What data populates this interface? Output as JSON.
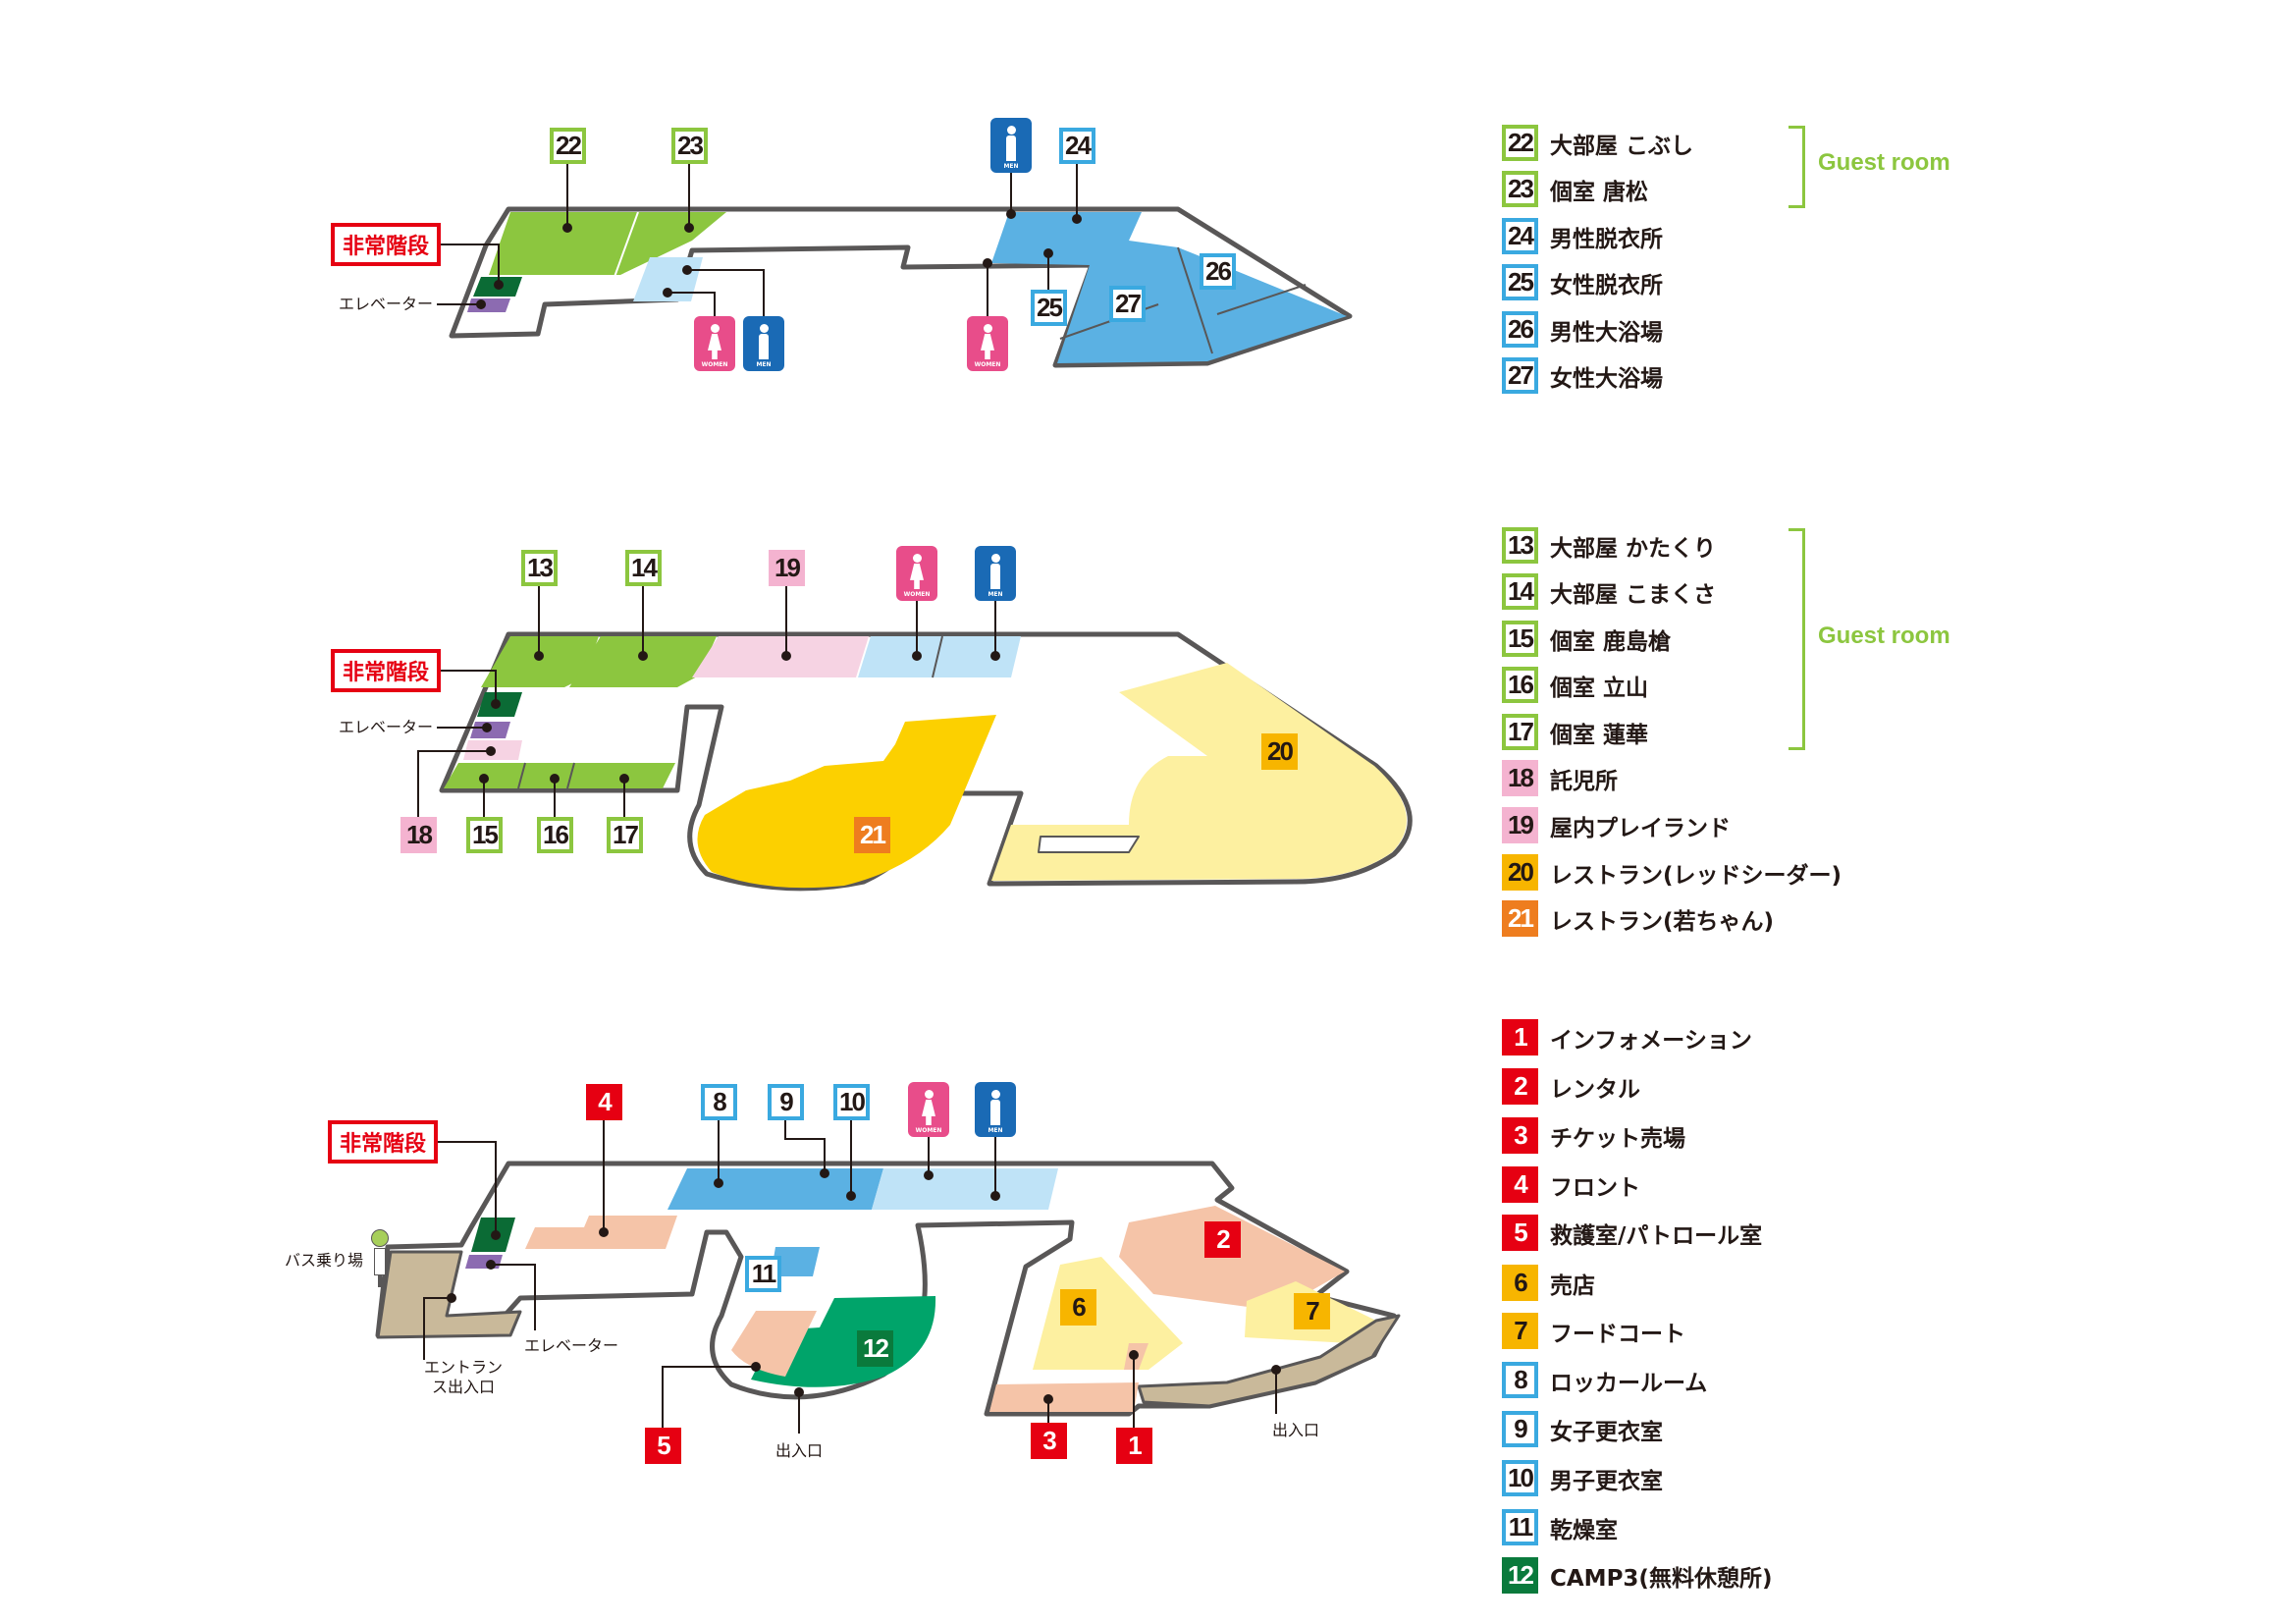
{
  "common": {
    "emergency_stairs": "非常階段",
    "elevator": "エレベーター",
    "women": "WOMEN",
    "men": "MEN",
    "exit": "出入口",
    "guest_room": "Guest room"
  },
  "floor_top": {
    "legend": [
      {
        "num": "22",
        "label": "大部屋 こぶし"
      },
      {
        "num": "23",
        "label": "個室 唐松"
      },
      {
        "num": "24",
        "label": "男性脱衣所"
      },
      {
        "num": "25",
        "label": "女性脱衣所"
      },
      {
        "num": "26",
        "label": "男性大浴場"
      },
      {
        "num": "27",
        "label": "女性大浴場"
      }
    ]
  },
  "floor_mid": {
    "legend": [
      {
        "num": "13",
        "label": "大部屋 かたくり"
      },
      {
        "num": "14",
        "label": "大部屋 こまくさ"
      },
      {
        "num": "15",
        "label": "個室 鹿島槍"
      },
      {
        "num": "16",
        "label": "個室 立山"
      },
      {
        "num": "17",
        "label": "個室 蓮華"
      },
      {
        "num": "18",
        "label": "託児所"
      },
      {
        "num": "19",
        "label": "屋内プレイランド"
      },
      {
        "num": "20",
        "label": "レストラン(レッドシーダー)"
      },
      {
        "num": "21",
        "label": "レストラン(若ちゃん)"
      }
    ]
  },
  "floor_ground": {
    "bus_stop": "バス乗り場",
    "entrance": "エントランス出入口",
    "legend": [
      {
        "num": "1",
        "label": "インフォメーション"
      },
      {
        "num": "2",
        "label": "レンタル"
      },
      {
        "num": "3",
        "label": "チケット売場"
      },
      {
        "num": "4",
        "label": "フロント"
      },
      {
        "num": "5",
        "label": "救護室/パトロール室"
      },
      {
        "num": "6",
        "label": "売店"
      },
      {
        "num": "7",
        "label": "フードコート"
      },
      {
        "num": "8",
        "label": "ロッカールーム"
      },
      {
        "num": "9",
        "label": "女子更衣室"
      },
      {
        "num": "10",
        "label": "男子更衣室"
      },
      {
        "num": "11",
        "label": "乾燥室"
      },
      {
        "num": "12",
        "label": "CAMP3(無料休憩所)"
      }
    ]
  },
  "colors": {
    "guest_room_green": "#8cc63f",
    "bath_blue": "#5bb1e3",
    "toilet_lightblue": "#bfe3f7",
    "service_red": "#e60012",
    "shop_yellow": "#f7b500",
    "kids_pink": "#f4b3d0",
    "restaurant_orange": "#ee7d1f",
    "camp_green": "#0a7a3c",
    "women_pink": "#e84d8a",
    "men_blue": "#1a6ab5"
  }
}
